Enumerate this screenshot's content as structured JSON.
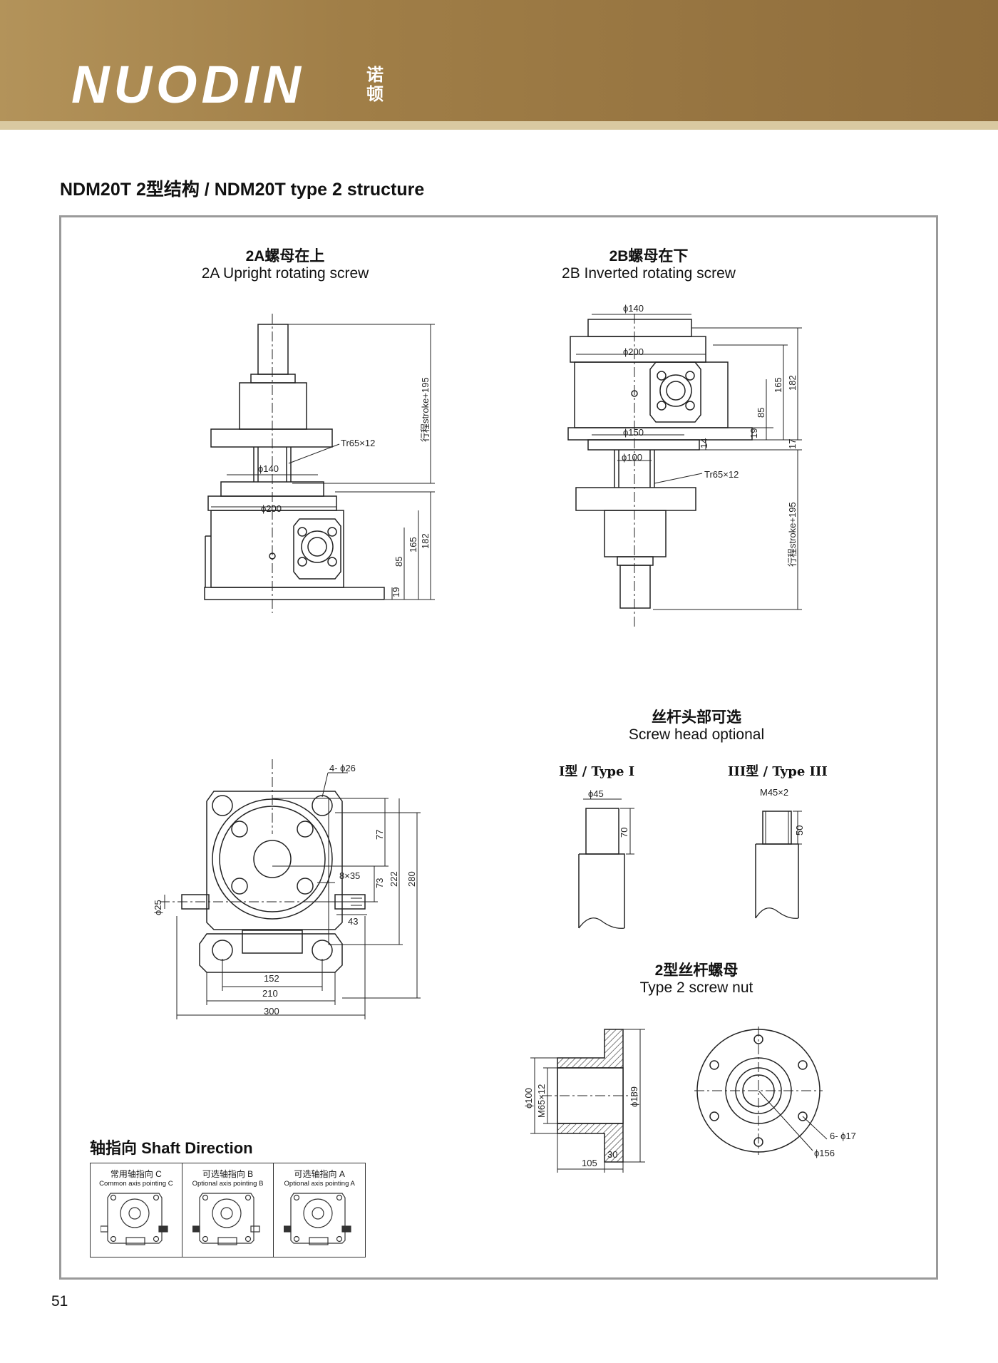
{
  "brand": {
    "logo_text": "NUODIN",
    "logo_cn": "诺顿"
  },
  "page_title": "NDM20T 2型结构 / NDM20T type 2 structure",
  "section_2a": {
    "title_cn": "2A螺母在上",
    "title_en": "2A Upright rotating screw"
  },
  "section_2b": {
    "title_cn": "2B螺母在下",
    "title_en": "2B Inverted rotating screw"
  },
  "screw_head": {
    "title_cn": "丝杆头部可选",
    "title_en": "Screw head optional",
    "type1": "I型 / Type I",
    "type3": "III型 / Type III"
  },
  "screw_nut": {
    "title_cn": "2型丝杆螺母",
    "title_en": "Type 2 screw nut"
  },
  "dims": {
    "d140": "ϕ140",
    "d200": "ϕ200",
    "d150": "ϕ150",
    "d100": "ϕ100",
    "tr": "Tr65×12",
    "stroke": "行程stroke+195",
    "h182": "182",
    "h165": "165",
    "h85": "85",
    "h19": "19",
    "h14": "14",
    "h17": "17",
    "holes": "4- ϕ26",
    "key": "8×35",
    "d25": "ϕ25",
    "v77": "77",
    "v73": "73",
    "v222": "222",
    "v280": "280",
    "v43": "43",
    "w152": "152",
    "w210": "210",
    "w300": "300",
    "d45": "ϕ45",
    "v70": "70",
    "m45": "M45×2",
    "v50": "50",
    "nut_d100": "ϕ100",
    "nut_m65": "M65×12",
    "nut_d189": "ϕ189",
    "nut_105": "105",
    "nut_30": "30",
    "nut_holes": "6- ϕ17",
    "nut_d156": "ϕ156"
  },
  "shaft_direction": {
    "title": "轴指向 Shaft Direction",
    "cells": [
      {
        "cn": "常用轴指向 C",
        "en": "Common axis pointing C"
      },
      {
        "cn": "可选轴指向 B",
        "en": "Optional axis pointing B"
      },
      {
        "cn": "可选轴指向 A",
        "en": "Optional axis pointing A"
      }
    ]
  },
  "page_number": "51"
}
